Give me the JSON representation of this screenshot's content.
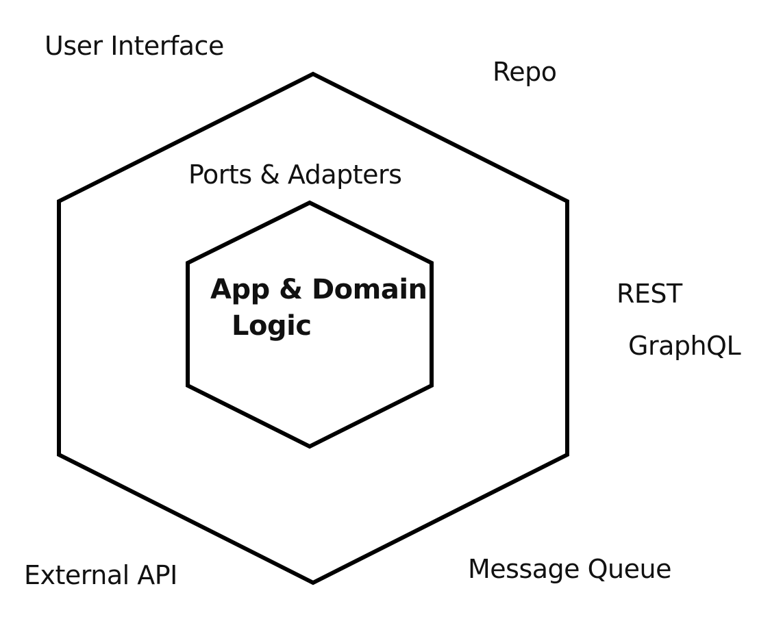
{
  "diagram": {
    "outer_ring_label": "Ports & Adapters",
    "core_label_line1": "App & Domain",
    "core_label_line2": "Logic",
    "adapters": {
      "user_interface": "User Interface",
      "repo": "Repo",
      "rest": "REST",
      "graphql": "GraphQL",
      "message_queue": "Message Queue",
      "external_api": "External API"
    }
  },
  "colors": {
    "stroke": "#000000",
    "text": "#111111",
    "background": "#ffffff"
  }
}
